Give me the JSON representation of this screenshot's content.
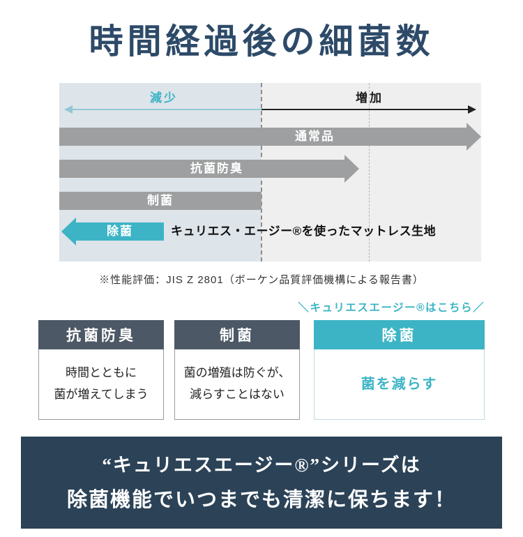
{
  "page": {
    "title": "時間経過後の細菌数"
  },
  "chart": {
    "decrease_label": "減少",
    "increase_label": "増加",
    "bars": [
      {
        "label": "通常品"
      },
      {
        "label": "抗菌防臭"
      },
      {
        "label": "制菌"
      },
      {
        "label": "除菌",
        "annotation": "キュリエス・エージー®を使ったマットレス生地"
      }
    ],
    "note": "※性能評価：JIS Z 2801（ボーケン品質評価機構による報告書）"
  },
  "callout": {
    "text": "＼キュリエスエージー®はこちら／"
  },
  "cards": [
    {
      "title": "抗菌防臭",
      "body": "時間とともに\n菌が増えてしまう"
    },
    {
      "title": "制菌",
      "body": "菌の増殖は防ぐが、\n減らすことはない"
    },
    {
      "title": "除菌",
      "body": "菌を減らす"
    }
  ],
  "banner": {
    "line1": "“キュリエスエージー®”シリーズは",
    "line2": "除菌機能でいつまでも清潔に保ちます！"
  },
  "colors": {
    "title_navy": "#2d4a68",
    "banner_navy": "#2b4257",
    "teal": "#3cb4c5",
    "bar_gray": "#9e9fa0",
    "card_header_gray": "#4d5866"
  }
}
